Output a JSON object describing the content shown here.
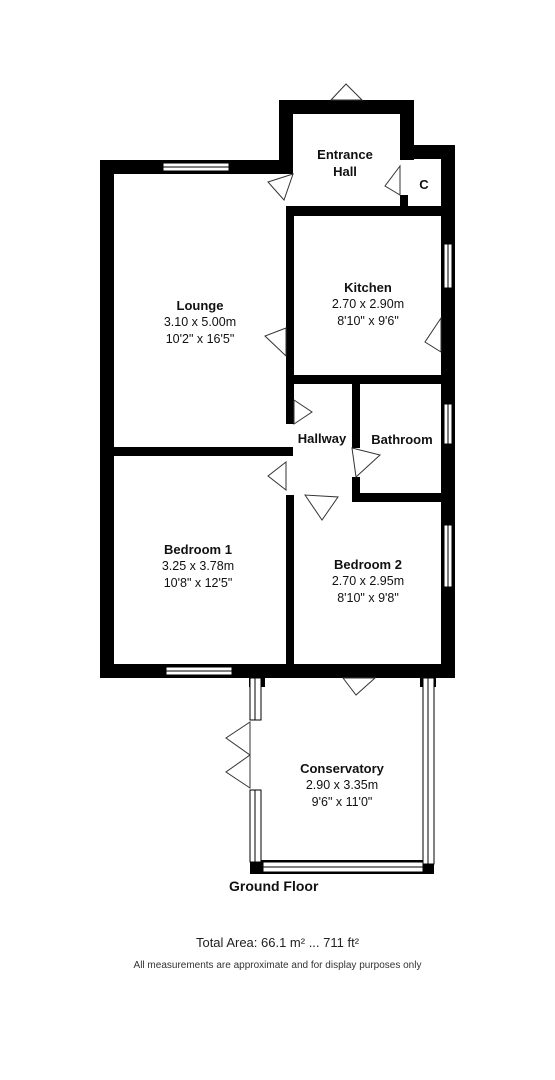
{
  "rooms": {
    "entrance_hall": {
      "name_line1": "Entrance",
      "name_line2": "Hall"
    },
    "cupboard": {
      "name": "C"
    },
    "kitchen": {
      "name": "Kitchen",
      "metric": "2.70 x 2.90m",
      "imperial": "8'10\" x 9'6\""
    },
    "lounge": {
      "name": "Lounge",
      "metric": "3.10 x 5.00m",
      "imperial": "10'2\" x 16'5\""
    },
    "hallway": {
      "name": "Hallway"
    },
    "bathroom": {
      "name": "Bathroom"
    },
    "bedroom1": {
      "name": "Bedroom 1",
      "metric": "3.25 x 3.78m",
      "imperial": "10'8\" x 12'5\""
    },
    "bedroom2": {
      "name": "Bedroom 2",
      "metric": "2.70 x 2.95m",
      "imperial": "8'10\" x 9'8\""
    },
    "conservatory": {
      "name": "Conservatory",
      "metric": "2.90 x 3.35m",
      "imperial": "9'6\" x 11'0\""
    }
  },
  "floor_title": "Ground Floor",
  "total_area": "Total Area: 66.1 m² ... 711 ft²",
  "disclaimer": "All measurements are approximate and for display purposes only",
  "colors": {
    "wall": "#000000",
    "window_fill": "#ffffff",
    "door_line": "#333333"
  }
}
